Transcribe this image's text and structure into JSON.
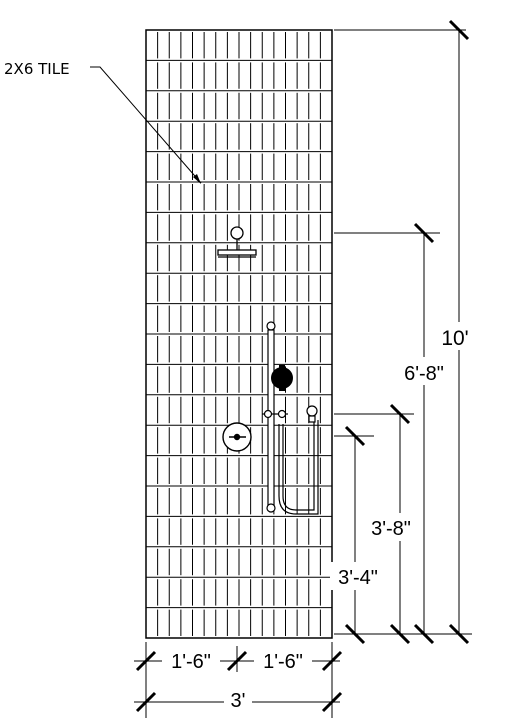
{
  "labels": {
    "tile_callout": "2X6 TILE"
  },
  "dimensions": {
    "total_height": "10'",
    "shower_head_height": "6'-8\"",
    "valve_height": "3'-8\"",
    "control_height": "3'-4\"",
    "left_half_width": "1'-6\"",
    "right_half_width": "1'-6\"",
    "total_width": "3'"
  },
  "tile": {
    "rows": 20,
    "columns": 16,
    "pattern": "stacked-vertical"
  },
  "colors": {
    "line": "#000000",
    "background": "#ffffff"
  }
}
